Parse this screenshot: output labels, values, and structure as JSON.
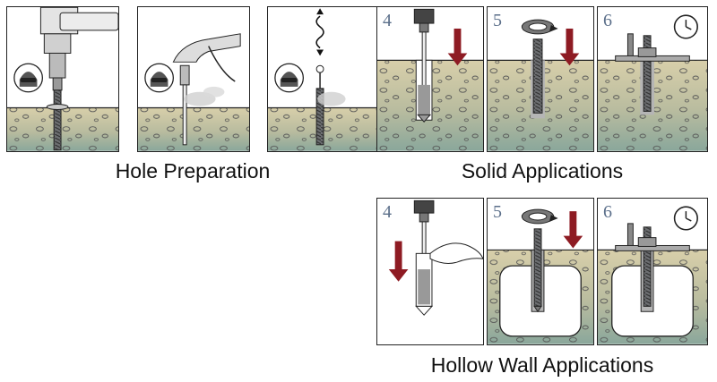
{
  "colors": {
    "concrete": "#d8cfaa",
    "concrete_deep": "#8aa79b",
    "red_arrow": "#8e1b23",
    "steel": "#8c8f93",
    "outline": "#222222"
  },
  "groups": {
    "hole_preparation": {
      "caption": "Hole Preparation",
      "panels": [
        {
          "icon": "drill-icon"
        },
        {
          "icon": "air-blower-icon"
        },
        {
          "icon": "wire-brush-icon"
        }
      ]
    },
    "solid": {
      "caption": "Solid Applications",
      "panels": [
        {
          "step": "4",
          "icon": "inject-adhesive-icon"
        },
        {
          "step": "5",
          "icon": "rotate-insert-rod-icon"
        },
        {
          "step": "6",
          "icon": "cure-time-clock-icon"
        }
      ]
    },
    "hollow": {
      "caption": "Hollow Wall Applications",
      "panels": [
        {
          "step": "4",
          "icon": "insert-screen-sleeve-icon"
        },
        {
          "step": "5",
          "icon": "rotate-insert-rod-icon"
        },
        {
          "step": "6",
          "icon": "cure-time-clock-icon"
        }
      ]
    }
  }
}
